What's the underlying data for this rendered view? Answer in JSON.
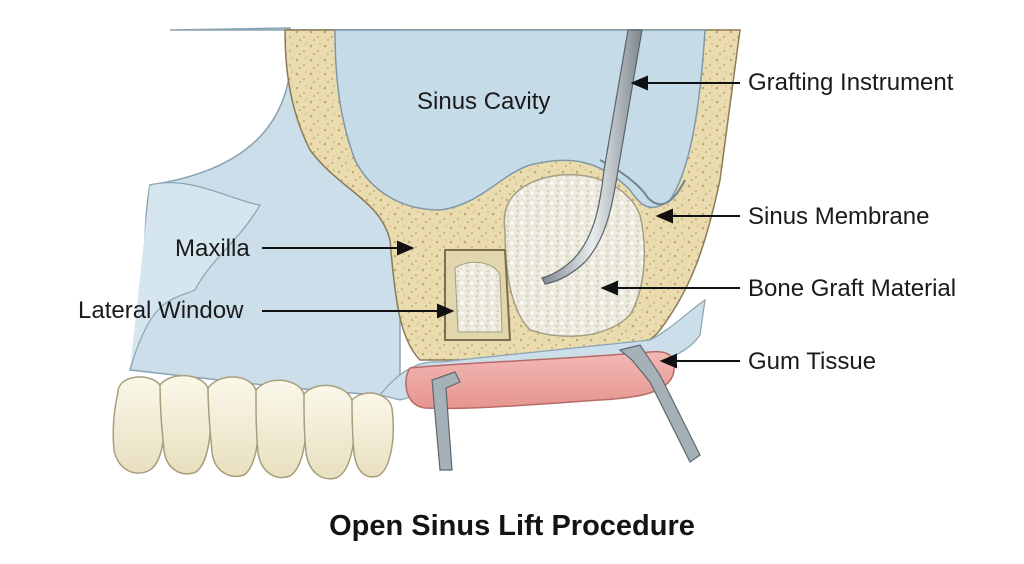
{
  "title": "Open Sinus Lift Procedure",
  "labels": {
    "grafting_instrument": "Grafting Instrument",
    "sinus_cavity": "Sinus Cavity",
    "sinus_membrane": "Sinus Membrane",
    "maxilla": "Maxilla",
    "bone_graft_material": "Bone Graft Material",
    "lateral_window": "Lateral Window",
    "gum_tissue": "Gum Tissue"
  },
  "colors": {
    "sinus_blue": "#c9dde9",
    "bone_beige": "#eadcae",
    "graft_white": "#ece9dd",
    "gum_pink": "#eeaaa8",
    "tooth_ivory": "#f5f0dc",
    "instrument_gray": "#9aa4ab",
    "outline": "#6f7f88"
  }
}
